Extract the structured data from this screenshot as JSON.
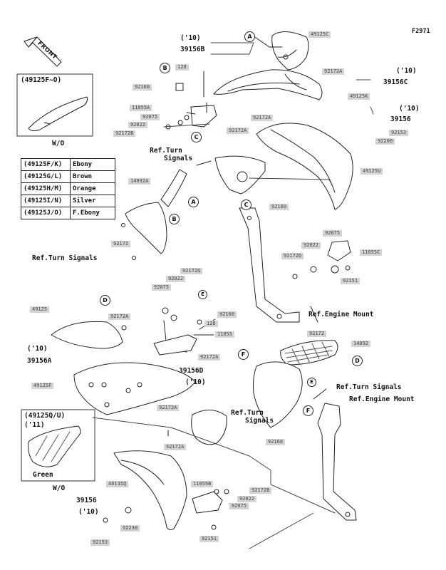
{
  "figure_code": "F2971",
  "front_arrow_label": "FRONT",
  "callout_letters": {
    "a": "A",
    "b": "B",
    "c": "C",
    "d": "D",
    "e": "E",
    "f": "F"
  },
  "inset_top": {
    "title": "(49125F~O)",
    "caption": "W/O"
  },
  "inset_bottom": {
    "title": "(49125Q/U)",
    "year": "('11)",
    "color": "Green",
    "caption": "W/O"
  },
  "color_table": [
    {
      "part": "(49125F/K)",
      "color": "Ebony"
    },
    {
      "part": "(49125G/L)",
      "color": "Brown"
    },
    {
      "part": "(49125H/M)",
      "color": "Orange"
    },
    {
      "part": "(49125I/N)",
      "color": "Silver"
    },
    {
      "part": "(49125J/O)",
      "color": "F.Ebony"
    }
  ],
  "refs": {
    "turn_signals": "Ref.Turn Signals",
    "turn_signals_1": "Ref.Turn",
    "turn_signals_2": "Signals",
    "engine_mount": "Ref.Engine Mount"
  },
  "year_boxes": {
    "y10": "('10)",
    "p39156B": "39156B",
    "p39156C": "39156C",
    "p39156": "39156",
    "p39156A": "39156A",
    "p39156D": "39156D"
  },
  "part_numbers": {
    "p49125C": "49125C",
    "p92172A": "92172A",
    "p120": "120",
    "p92160": "92160",
    "p11055A": "11055A",
    "p92075": "92075",
    "p92022": "92022",
    "p92172B": "92172B",
    "p49125K": "49125K",
    "p92153": "92153",
    "p92200": "92200",
    "p49125U": "49125U",
    "p14092A": "14092A",
    "p92172": "92172",
    "p11055C": "11055C",
    "p92172D": "92172D",
    "p92151": "92151",
    "p92172G": "92172G",
    "p49125": "49125",
    "p11055": "11055",
    "p14092": "14092",
    "p49125F": "49125F",
    "p49125Q": "49125Q",
    "p11055B": "11055B",
    "p92230": "92230"
  }
}
